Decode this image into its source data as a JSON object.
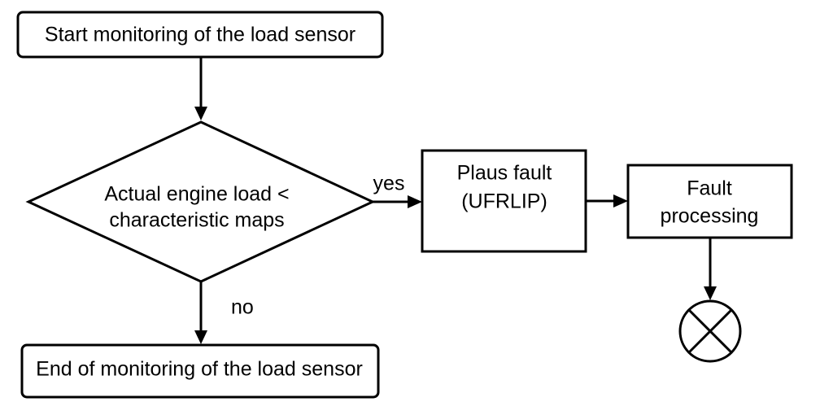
{
  "nodes": {
    "start": {
      "label": "Start monitoring of the load sensor"
    },
    "decision": {
      "line1": "Actual engine load <",
      "line2": "characteristic maps"
    },
    "plaus_fault": {
      "line1": "Plaus fault",
      "line2": "(UFRLIP)"
    },
    "fault_processing": {
      "line1": "Fault",
      "line2": "processing"
    },
    "end": {
      "label": "End of monitoring of the load sensor"
    }
  },
  "edges": {
    "yes_label": "yes",
    "no_label": "no"
  },
  "colors": {
    "stroke": "#000000",
    "background": "#ffffff"
  },
  "terminator_icon": "circle-cross-icon"
}
